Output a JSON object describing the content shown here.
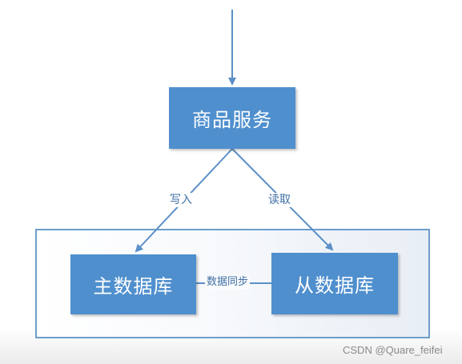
{
  "nodes": {
    "service": "商品服务",
    "master": "主数据库",
    "slave": "从数据库"
  },
  "edges": {
    "write": "写入",
    "read": "读取",
    "sync": "数据同步"
  },
  "watermark": "CSDN @Quare_feifei",
  "colors": {
    "box_fill": "#4f8fce",
    "line": "#5b8fc8",
    "frame": "#6e9dcc"
  }
}
